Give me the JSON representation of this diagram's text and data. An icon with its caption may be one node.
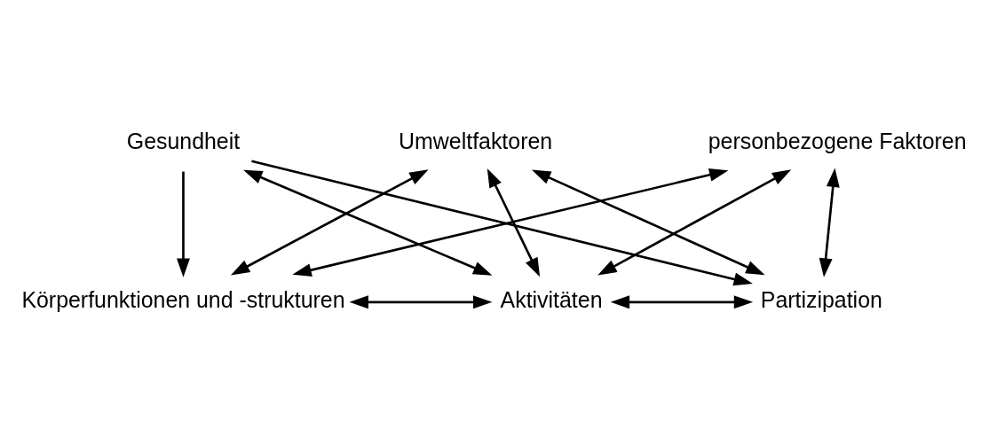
{
  "diagram": {
    "nodes": [
      {
        "text": [
          "Gesundheit"
        ]
      },
      {
        "text": [
          "Körperfunktionen und -strukturen"
        ]
      },
      {
        "text": [
          "Aktivitäten"
        ]
      },
      {
        "text": [
          "Partizipation"
        ]
      },
      {
        "text": [
          "Umweltfaktoren"
        ]
      },
      {
        "text": [
          "personbezogene Faktoren"
        ]
      }
    ],
    "edges": [
      {
        "from": 0,
        "to": 1,
        "arrow": "to"
      },
      {
        "from": 0,
        "to": 2,
        "arrow": "both"
      },
      {
        "from": 0,
        "to": 3,
        "arrow": "to"
      },
      {
        "from": 1,
        "to": 2,
        "arrow": "both"
      },
      {
        "from": 2,
        "to": 3,
        "arrow": "both"
      },
      {
        "from": 4,
        "to": 1,
        "arrow": "both"
      },
      {
        "from": 4,
        "to": 2,
        "arrow": "both"
      },
      {
        "from": 4,
        "to": 3,
        "arrow": "both"
      },
      {
        "from": 5,
        "to": 1,
        "arrow": "both"
      },
      {
        "from": 5,
        "to": 2,
        "arrow": "both"
      },
      {
        "from": 5,
        "to": 3,
        "arrow": "both"
      }
    ]
  }
}
